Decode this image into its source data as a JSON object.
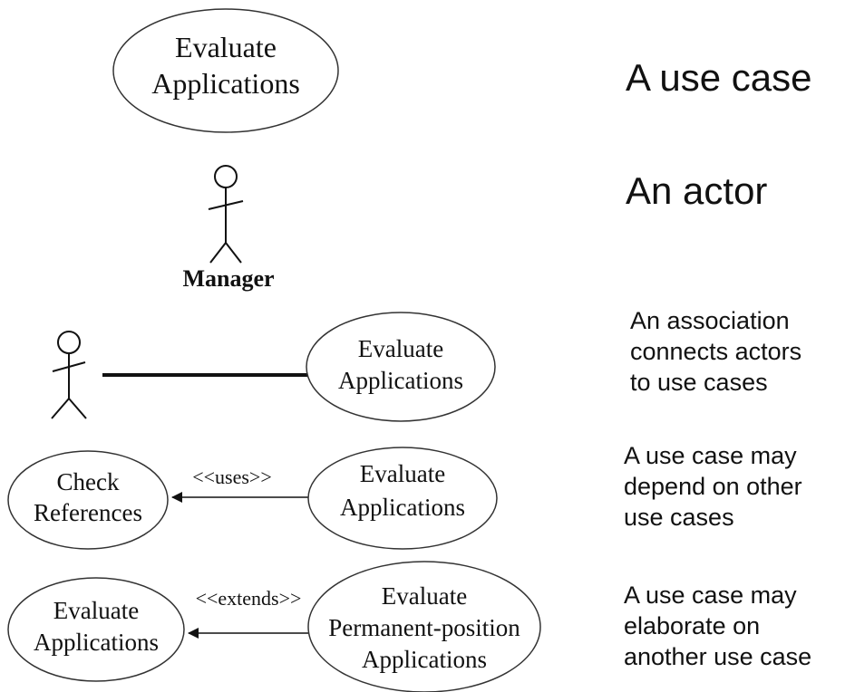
{
  "rows": {
    "use_case": {
      "ellipse_lines": [
        "Evaluate",
        "Applications"
      ],
      "description": "A use case"
    },
    "actor": {
      "actor_label": "Manager",
      "description": "An actor"
    },
    "association": {
      "ellipse_lines": [
        "Evaluate",
        "Applications"
      ],
      "description_lines": [
        "An association",
        "connects actors",
        "to use cases"
      ]
    },
    "uses": {
      "left_ellipse_lines": [
        "Check",
        "References"
      ],
      "right_ellipse_lines": [
        "Evaluate",
        "Applications"
      ],
      "stereotype": "<<uses>>",
      "description_lines": [
        "A use case may",
        "depend on other",
        "use cases"
      ]
    },
    "extends": {
      "left_ellipse_lines": [
        "Evaluate",
        "Applications"
      ],
      "right_ellipse_lines": [
        "Evaluate",
        "Permanent-position",
        "Applications"
      ],
      "stereotype": "<<extends>>",
      "description_lines": [
        "A use case may",
        "elaborate on",
        "another use case"
      ]
    }
  }
}
